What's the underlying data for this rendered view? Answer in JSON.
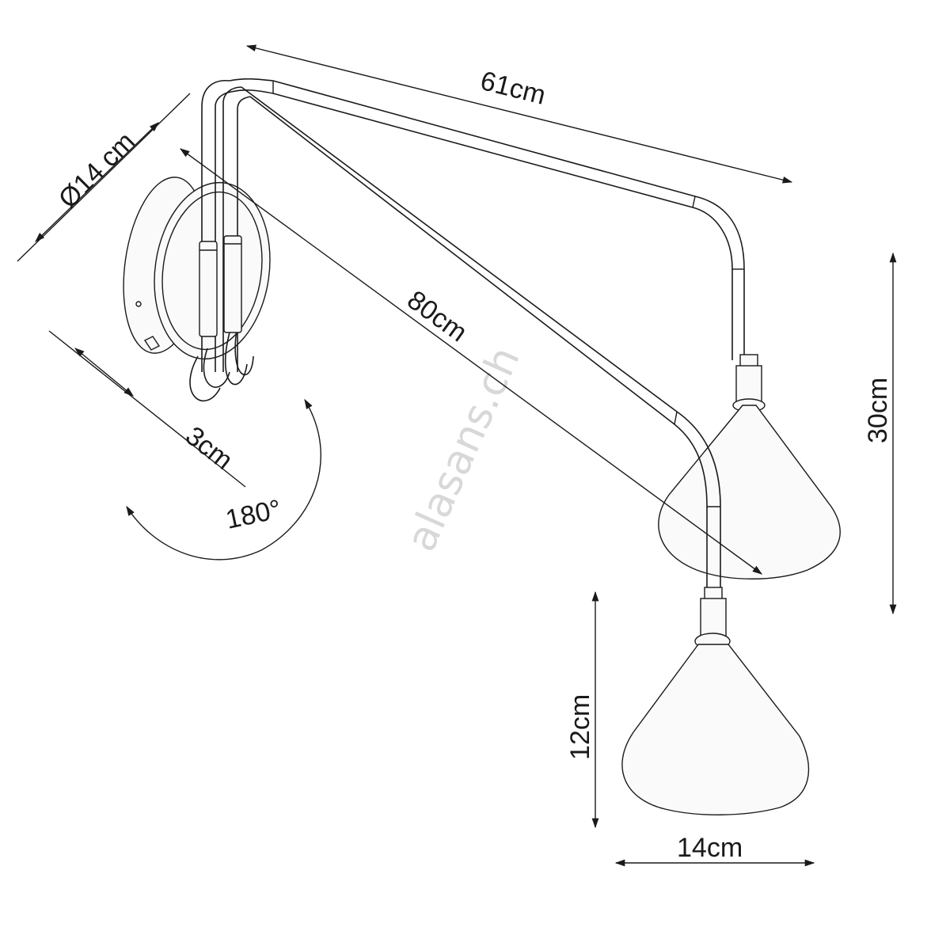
{
  "dimensions": {
    "diameter_base": "Ø14 cm",
    "arm_length_upper": "61cm",
    "arm_length_lower": "80cm",
    "depth": "3cm",
    "rotation": "180°",
    "height_upper": "30cm",
    "height_shade": "12cm",
    "width_shade": "14cm"
  },
  "watermark": "alasans.ch",
  "colors": {
    "line": "#1a1a1a",
    "watermark": "#cfcfcf",
    "background": "#ffffff"
  }
}
